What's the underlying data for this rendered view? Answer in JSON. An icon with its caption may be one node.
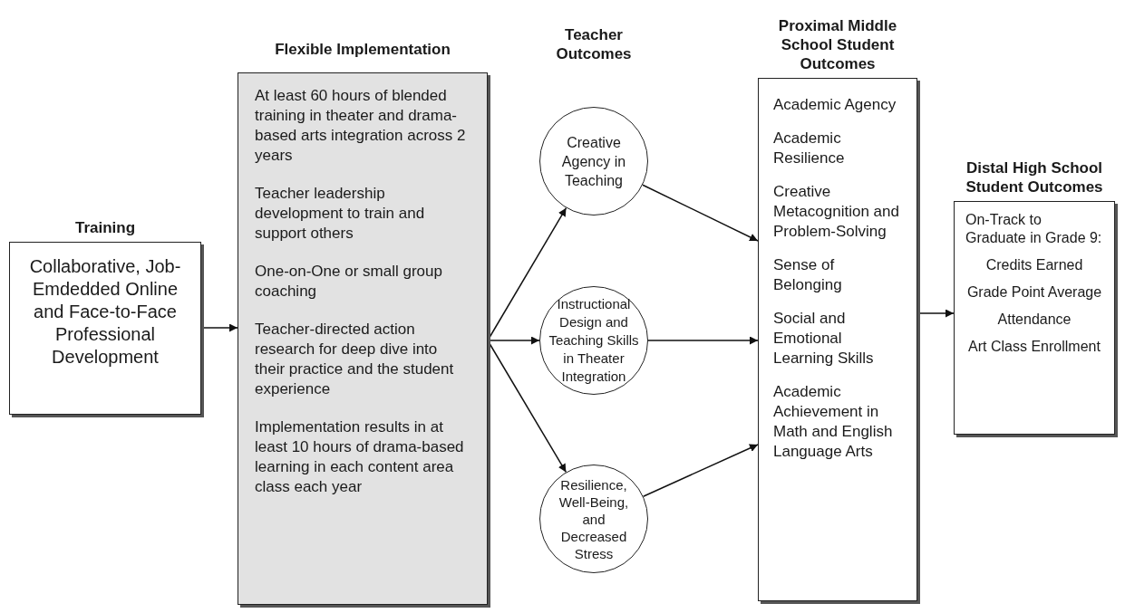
{
  "diagram": {
    "nodes": [
      {
        "text": [
          "Training",
          "Collaborative, Job-Emdedded Online and Face-to-Face Professional Development"
        ]
      },
      {
        "text": [
          "Flexible Implementation",
          "At least 60 hours of blended training in theater and drama-based arts integration across 2 years",
          "Teacher leadership development to train and support others",
          "One-on-One or small group coaching",
          "Teacher-directed action research for deep dive into their practice and the student experience",
          "Implementation results in at least 10 hours of drama-based learning in each content area class each year"
        ]
      },
      {
        "text": [
          "Creative Agency in Teaching"
        ]
      },
      {
        "text": [
          "Instructional Design and Teaching Skills in Theater Integration"
        ]
      },
      {
        "text": [
          "Resilience, Well-Being, and Decreased Stress"
        ]
      },
      {
        "text": [
          "Proximal Middle School Student Outcomes",
          "Academic Agency",
          "Academic Resilience",
          "Creative Metacognition and Problem-Solving",
          "Sense of Belonging",
          "Social and Emotional Learning Skills",
          "Academic Achievement in Math and English Language Arts"
        ]
      },
      {
        "text": [
          "Distal High School Student Outcomes",
          "On-Track to Graduate in Grade 9:",
          "Credits Earned",
          "Grade Point Average",
          "Attendance",
          "Art Class Enrollment"
        ]
      }
    ],
    "edges": [
      {
        "from": 0,
        "to": 1,
        "arrow": "to"
      },
      {
        "from": 1,
        "to": 2,
        "arrow": "to"
      },
      {
        "from": 1,
        "to": 3,
        "arrow": "to"
      },
      {
        "from": 1,
        "to": 4,
        "arrow": "to"
      },
      {
        "from": 2,
        "to": 5,
        "arrow": "to"
      },
      {
        "from": 3,
        "to": 5,
        "arrow": "to"
      },
      {
        "from": 4,
        "to": 5,
        "arrow": "to"
      },
      {
        "from": 5,
        "to": 6,
        "arrow": "to"
      }
    ],
    "labels": [
      "Teacher Outcomes"
    ]
  }
}
